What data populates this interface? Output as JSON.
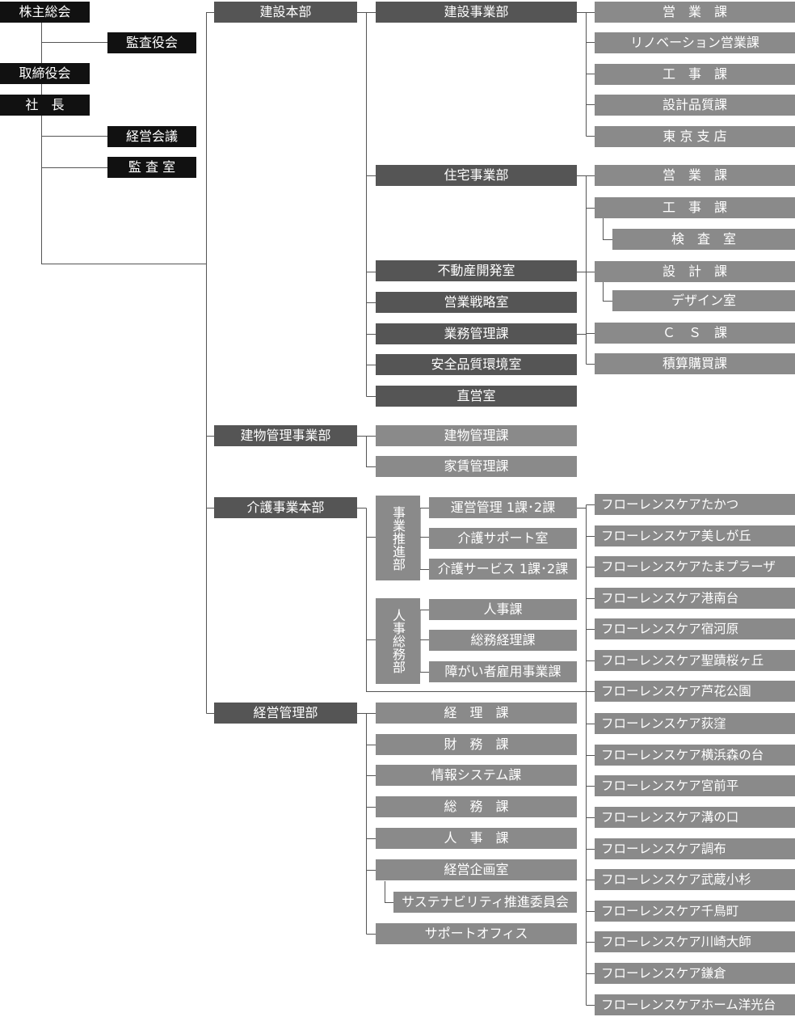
{
  "governance": {
    "shareholders": "株主総会",
    "auditor": "監査役会",
    "board": "取締役会",
    "president": "社　長",
    "mgmt_meeting": "経営会議",
    "audit_office": "監 査 室"
  },
  "construction": {
    "hq": "建設本部",
    "division": "建設事業部",
    "division_units": [
      "営　業　課",
      "リノベーション営業課",
      "工　事　課",
      "設計品質課",
      "東 京 支 店"
    ],
    "housing": "住宅事業部",
    "housing_units": {
      "sales": "営　業　課",
      "works": "工　事　課",
      "inspection": "検　査　室",
      "design": "設　計　課",
      "design_room": "デザイン室",
      "cs": "Ｃ　Ｓ　課",
      "estimating": "積算購買課"
    },
    "other_units": [
      "不動産開発室",
      "営業戦略室",
      "業務管理課",
      "安全品質環境室",
      "直営室"
    ]
  },
  "building_mgmt": {
    "division": "建物管理事業部",
    "units": [
      "建物管理課",
      "家賃管理課"
    ]
  },
  "care": {
    "hq": "介護事業本部",
    "promotion_dept": "事業推進部",
    "promotion_units": [
      "運営管理 1課･2課",
      "介護サポート室",
      "介護サービス 1課･2課"
    ],
    "hr_dept": "人事総務部",
    "hr_units": [
      "人事課",
      "総務経理課",
      "障がい者雇用事業課"
    ],
    "facilities": [
      "フローレンスケアたかつ",
      "フローレンスケア美しが丘",
      "フローレンスケアたまプラーザ",
      "フローレンスケア港南台",
      "フローレンスケア宿河原",
      "フローレンスケア聖蹟桜ヶ丘",
      "フローレンスケア芦花公園",
      "フローレンスケア荻窪",
      "フローレンスケア横浜森の台",
      "フローレンスケア宮前平",
      "フローレンスケア溝の口",
      "フローレンスケア調布",
      "フローレンスケア武蔵小杉",
      "フローレンスケア千鳥町",
      "フローレンスケア川崎大師",
      "フローレンスケア鎌倉",
      "フローレンスケアホーム洋光台"
    ]
  },
  "management": {
    "division": "経営管理部",
    "units": [
      "経　理　課",
      "財　務　課",
      "情報システム課",
      "総　務　課",
      "人　事　課",
      "経営企画室"
    ],
    "sustainability": "サステナビリティ推進委員会",
    "support_office": "サポートオフィス"
  }
}
